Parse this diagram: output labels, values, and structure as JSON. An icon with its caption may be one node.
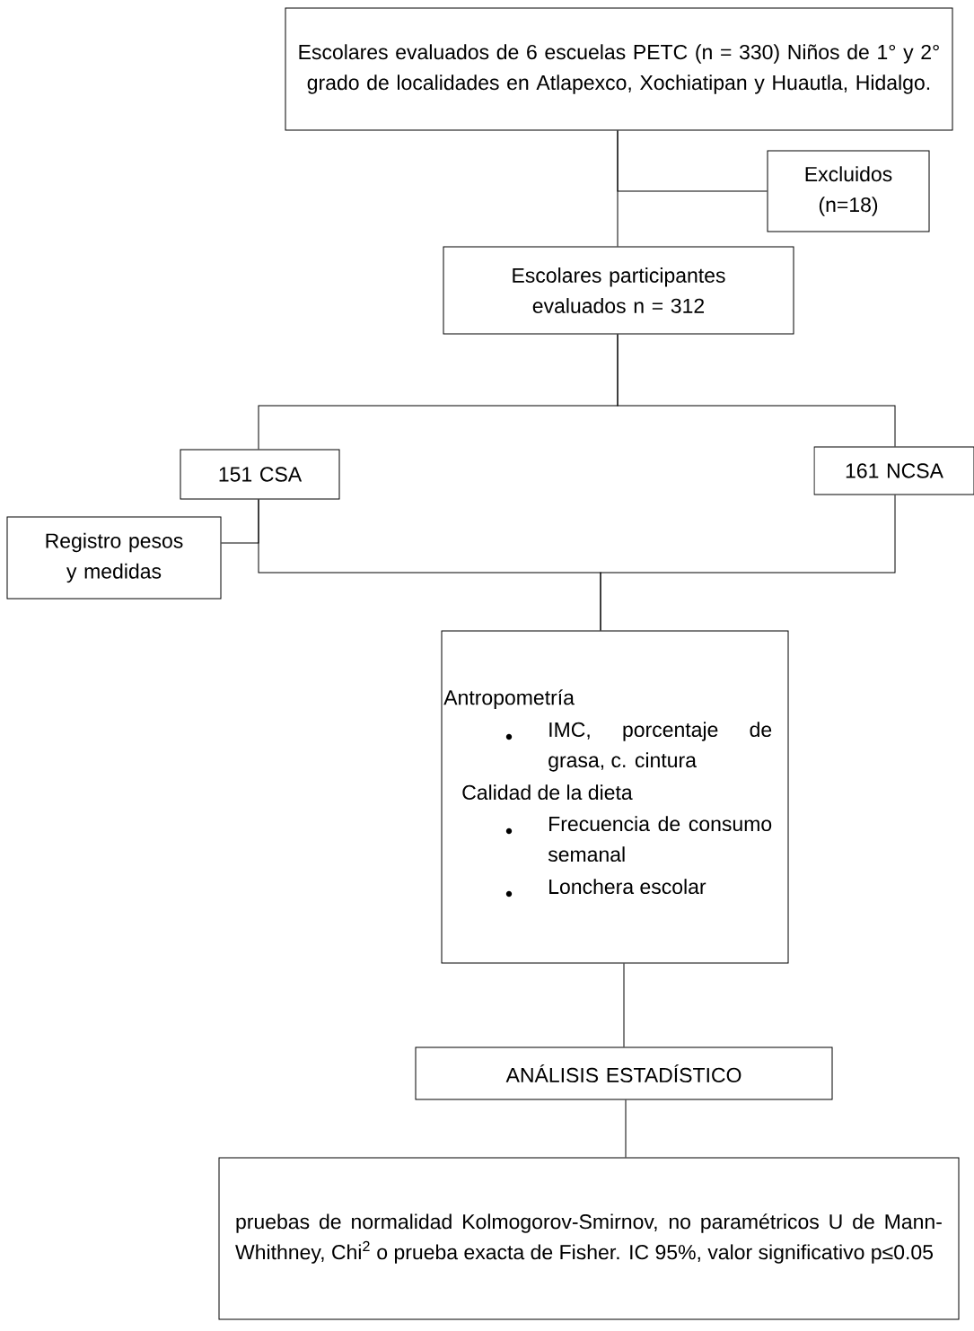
{
  "diagram": {
    "nodes": [
      {
        "text": [
          "Escolares evaluados de 6 escuelas PETC (n = 330) Niños de 1° y 2° grado de localidades en Atlapexco, Xochiatipan y Huautla, Hidalgo."
        ]
      },
      {
        "text": [
          "Excluidos (n=18)"
        ]
      },
      {
        "text": [
          "Escolares participantes evaluados n = 312"
        ]
      },
      {
        "text": [
          "151 CSA"
        ]
      },
      {
        "text": [
          "161 NCSA"
        ]
      },
      {
        "text": [
          "Registro pesos y medidas"
        ]
      },
      {
        "text": [
          "Antropometría",
          "IMC, porcentaje de grasa, c. cintura",
          "Calidad de la dieta",
          "Frecuencia de consumo semanal",
          "Lonchera escolar"
        ]
      },
      {
        "text": [
          "ANÁLISIS ESTADÍSTICO"
        ]
      },
      {
        "text": [
          "pruebas de normalidad Kolmogorov-Smirnov, no paramétricos U de Mann-Whithney, Chi$^{2}$ o prueba exacta de Fisher. IC 95%, valor significativo p≤0.05"
        ]
      }
    ],
    "edges": [
      {
        "from": 0,
        "to": 2,
        "arrow": "none"
      },
      {
        "from": 0,
        "to": 1,
        "arrow": "none"
      },
      {
        "from": 2,
        "to": 3,
        "arrow": "none"
      },
      {
        "from": 2,
        "to": 4,
        "arrow": "none"
      },
      {
        "from": 3,
        "to": 6,
        "arrow": "none"
      },
      {
        "from": 4,
        "to": 6,
        "arrow": "none"
      },
      {
        "from": 5,
        "to": 3,
        "arrow": "none"
      },
      {
        "from": 6,
        "to": 7,
        "arrow": "none"
      },
      {
        "from": 7,
        "to": 8,
        "arrow": "none"
      }
    ]
  }
}
